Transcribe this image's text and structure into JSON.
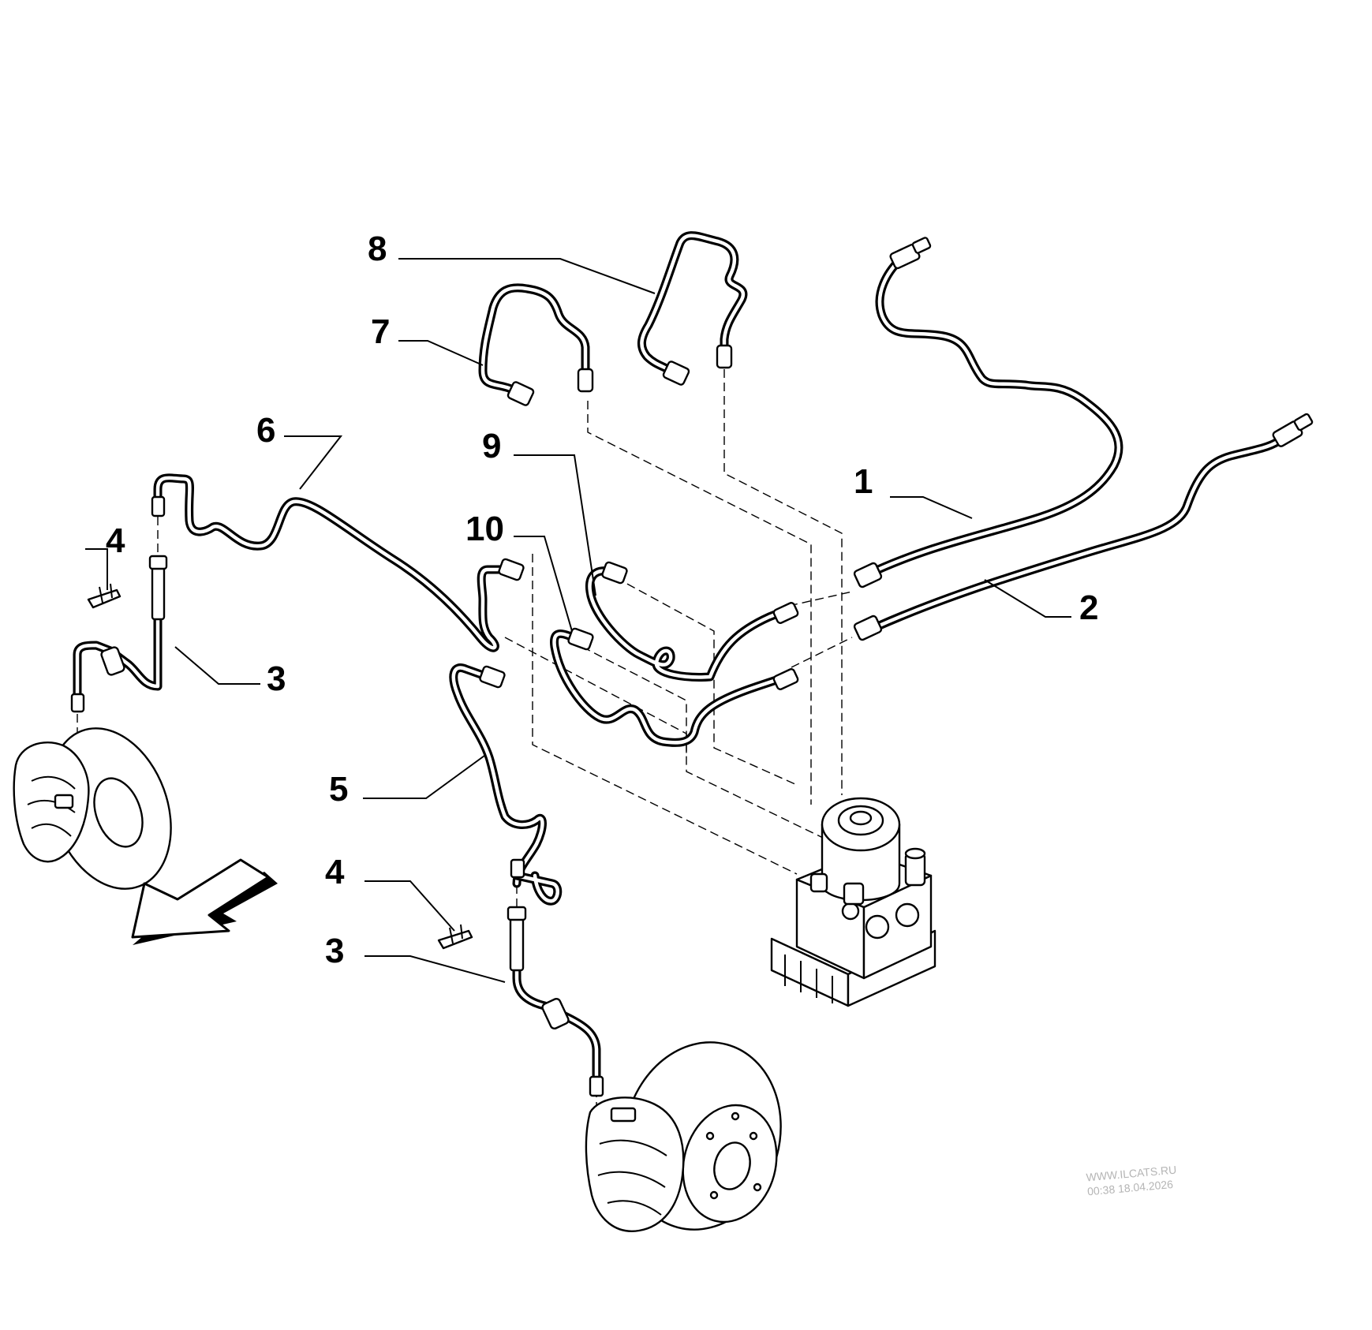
{
  "callouts": [
    "1",
    "2",
    "3",
    "3",
    "4",
    "4",
    "5",
    "6",
    "7",
    "8",
    "9",
    "10"
  ],
  "watermark": {
    "site": "WWW.ILCATS.RU",
    "timestamp": "00:38 18.04.2026"
  }
}
